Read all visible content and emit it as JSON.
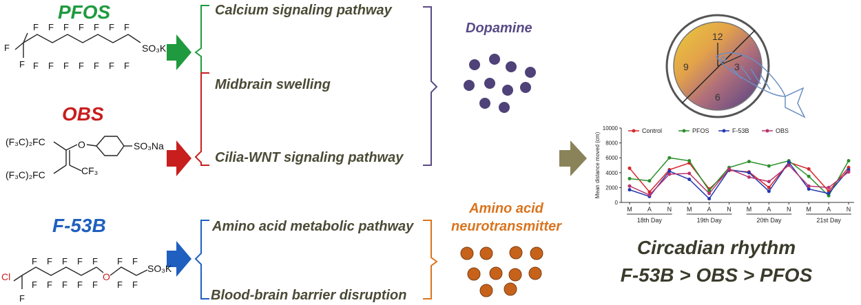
{
  "compounds": [
    {
      "name": "PFOS",
      "color": "#1f9a3e",
      "formula_tail": "SO₃K"
    },
    {
      "name": "OBS",
      "color": "#c81e1e",
      "formula_tail": "SO₃Na"
    },
    {
      "name": "F-53B",
      "color": "#1f5fbf",
      "formula_tail": "SO₃K"
    }
  ],
  "pathways": {
    "calcium": "Calcium signaling pathway",
    "midbrain": "Midbrain swelling",
    "cilia": "Cilia-WNT signaling pathway",
    "amino": "Amino acid metabolic pathway",
    "bbb": "Blood-brain barrier  disruption"
  },
  "targets": {
    "dopamine": "Dopamine",
    "amino_line1": "Amino acid",
    "amino_line2": "neurotransmitter"
  },
  "conclusion": {
    "line1": "Circadian rhythm",
    "line2": "F-53B > OBS > PFOS"
  },
  "clock": {
    "numbers": [
      "12",
      "3",
      "6",
      "9"
    ]
  },
  "chemistry": {
    "F": "F",
    "Cl": "Cl",
    "O": "O",
    "CF3": "CF₃",
    "F3C2FC": "(F₃C)₂FC"
  },
  "colors": {
    "pfos_green": "#1f9a3e",
    "obs_red": "#c81e1e",
    "f53b_blue": "#1f5fbf",
    "dopamine_purple": "#5a4a86",
    "amino_orange": "#d9741f",
    "dot_purple": "#4e4278",
    "dot_orange": "#c7621b",
    "arrow_olive": "#8a835a"
  },
  "chart_data": {
    "type": "line",
    "ylabel": "Mean distance moved (cm)",
    "ylim": [
      0,
      10000
    ],
    "yticks": [
      "0",
      "2000",
      "4000",
      "6000",
      "8000",
      "10000"
    ],
    "categories": [
      "M",
      "A",
      "N",
      "M",
      "A",
      "N",
      "M",
      "A",
      "N",
      "M",
      "A",
      "N"
    ],
    "groups": [
      "18th Day",
      "19th Day",
      "20th Day",
      "21st Day"
    ],
    "legend_position": "top",
    "series": [
      {
        "name": "Control",
        "color": "#d6262b",
        "values": [
          4600,
          1400,
          4400,
          5300,
          1800,
          4300,
          4100,
          2000,
          5400,
          4500,
          1500,
          4700
        ]
      },
      {
        "name": "PFOS",
        "color": "#2a8f2a",
        "values": [
          3200,
          2900,
          6000,
          5600,
          1600,
          4700,
          5500,
          4900,
          5600,
          3500,
          900,
          5600
        ]
      },
      {
        "name": "F-53B",
        "color": "#2438b0",
        "values": [
          1700,
          800,
          4200,
          3100,
          500,
          4400,
          4000,
          1500,
          5400,
          1800,
          1200,
          4400
        ]
      },
      {
        "name": "OBS",
        "color": "#b8346e",
        "values": [
          2200,
          1000,
          3800,
          3900,
          1200,
          4500,
          3400,
          2800,
          5000,
          2200,
          2000,
          4100
        ]
      }
    ]
  }
}
